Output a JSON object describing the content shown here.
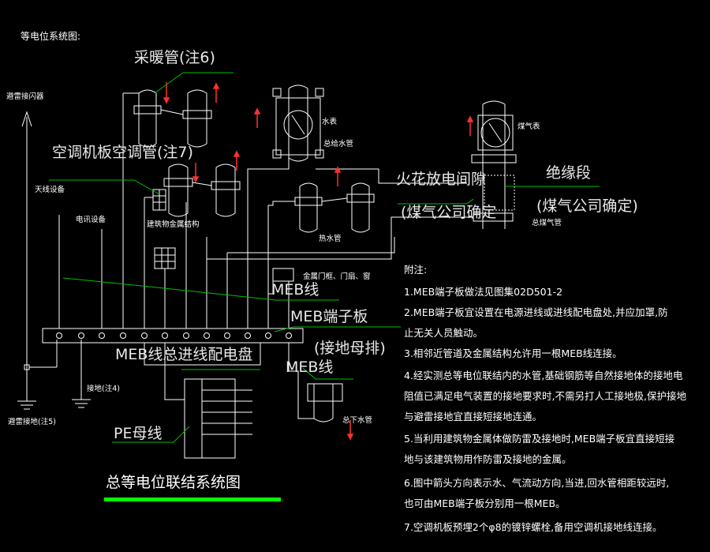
{
  "colors": {
    "background": "#000000",
    "line": "#ffffff",
    "leader": "#00c000",
    "arrow": "#ff3030",
    "title_underline": "#00ff00"
  },
  "diagram_title": "等电位系统图:",
  "labels": {
    "heating_pipe": "采暖管(注6)",
    "ac_board": "空调机板空调管(注7)",
    "lightning_rod": "避雷接闪器",
    "antenna": "天线设备",
    "telecom": "电讯设备",
    "building_metal": "建筑物金属结构",
    "water_meter": "水表",
    "main_water_supply": "总给水管",
    "hot_water_pipe": "热水管",
    "gas_meter": "煤气表",
    "main_gas_pipe": "总煤气管",
    "spark_gap": "火花放电间隙",
    "spark_gap_note": "(煤气公司确定",
    "insulation": "绝缘段",
    "insulation_note": "(煤气公司确定)",
    "metal_doors": "金属门框、门扇、窗",
    "meb_line_1": "MEB线",
    "meb_board": "MEB端子板",
    "ground_bus": "(接地母排)",
    "meb_panel": "MEB线总进线配电盘",
    "meb_line_2": "MEB线",
    "main_drain": "总下水管",
    "ground": "接地(注4)",
    "lightning_ground": "避雷接地(注5)",
    "pe_bus": "PE母线",
    "main_title": "总等电位联结系统图"
  },
  "notes": {
    "heading": "附注:",
    "lines": [
      "1.MEB端子板做法见图集02D501-2",
      "2.MEB端子板宜设置在电源进线或进线配电盘处,并应加罩,防",
      "止无关人员触动。",
      "3.相邻近管道及金属结构允许用一根MEB线连接。",
      "4.经实测总等电位联结内的水管,基础钢筋等自然接地体的接地电",
      "阻值已满足电气装置的接地要求时,不需另打人工接地极,保护接地",
      "与避雷接地宜直接短接地连通。",
      "5.当利用建筑物金属体做防雷及接地时,MEB端子板宜直接短接",
      "地与该建筑物用作防雷及接地的金属。",
      "6.图中箭头方向表示水、气流动方向,当进,回水管相距较远时,",
      "也可由MEB端子板分别用一根MEB。",
      "7.空调机板预埋2个φ8的镀锌螺栓,备用空调机接地线连接。"
    ]
  }
}
